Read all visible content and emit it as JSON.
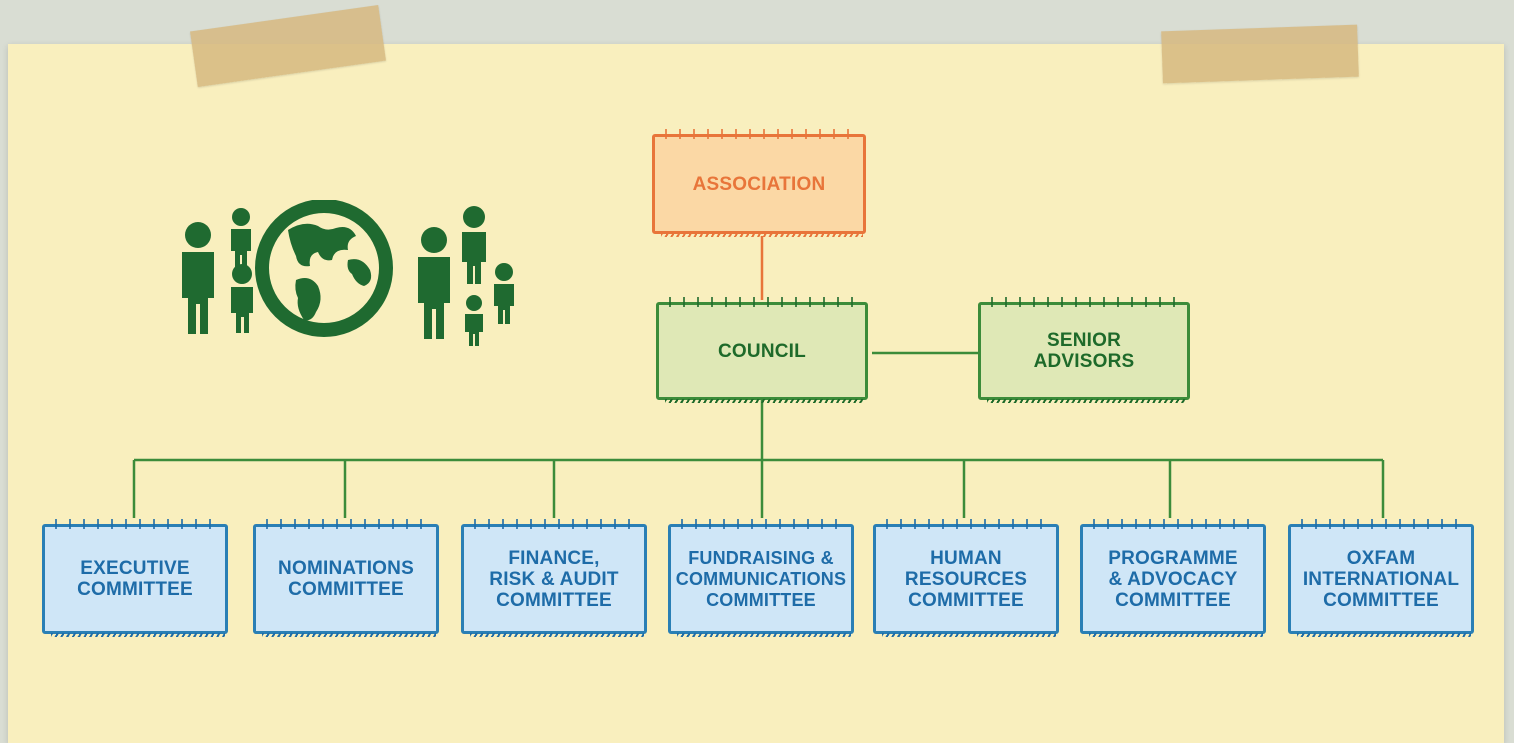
{
  "nodes": {
    "association": "ASSOCIATION",
    "council": "COUNCIL",
    "senior_advisors": "SENIOR\nADVISORS",
    "committees": [
      "EXECUTIVE\nCOMMITTEE",
      "NOMINATIONS\nCOMMITTEE",
      "FINANCE,\nRISK & AUDIT\nCOMMITTEE",
      "FUNDRAISING &\nCOMMUNICATIONS\nCOMMITTEE",
      "HUMAN\nRESOURCES\nCOMMITTEE",
      "PROGRAMME\n& ADVOCACY\nCOMMITTEE",
      "OXFAM\nINTERNATIONAL\nCOMMITTEE"
    ]
  },
  "colors": {
    "association": "#e8753a",
    "council": "#3c8c3a",
    "committee": "#2a7fb5",
    "icon": "#1f6a30",
    "paper": "#f9efbe"
  },
  "icon": "people-around-globe-icon"
}
